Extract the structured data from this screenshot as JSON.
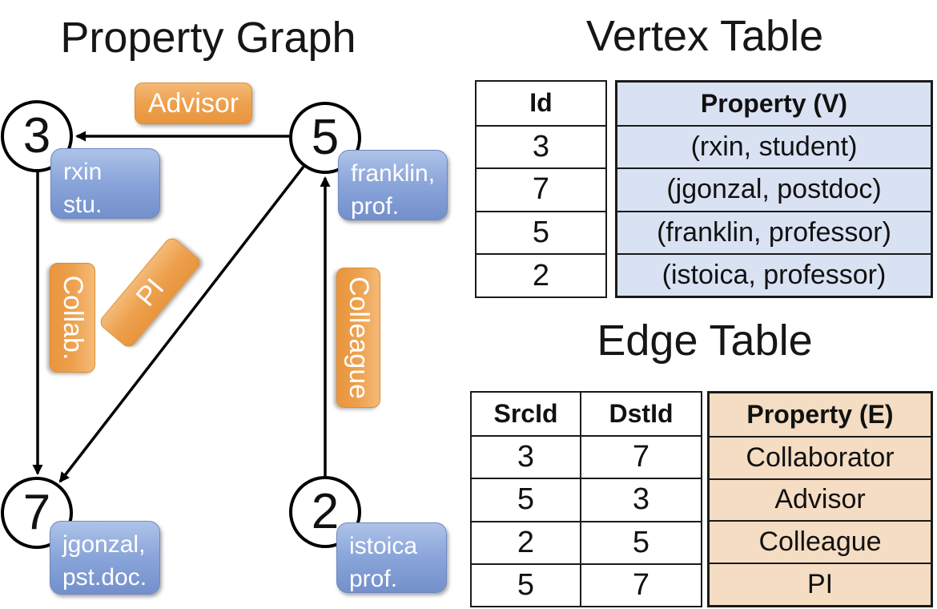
{
  "titles": {
    "property_graph": "Property Graph",
    "vertex_table": "Vertex Table",
    "edge_table": "Edge Table"
  },
  "graph": {
    "nodes": [
      {
        "id": "3",
        "line1": "rxin",
        "line2": "stu."
      },
      {
        "id": "5",
        "line1": "franklin,",
        "line2": "prof."
      },
      {
        "id": "7",
        "line1": "jgonzal,",
        "line2": "pst.doc."
      },
      {
        "id": "2",
        "line1": "istoica",
        "line2": "prof."
      }
    ],
    "edge_labels": {
      "advisor": "Advisor",
      "collab": "Collab.",
      "pi": "PI",
      "colleague": "Colleague"
    },
    "edges": [
      {
        "from": "5",
        "to": "3",
        "label": "Advisor"
      },
      {
        "from": "3",
        "to": "7",
        "label": "Collab."
      },
      {
        "from": "5",
        "to": "7",
        "label": "PI"
      },
      {
        "from": "2",
        "to": "5",
        "label": "Colleague"
      }
    ]
  },
  "vertex_table": {
    "headers": [
      "Id",
      "Property (V)"
    ],
    "rows": [
      [
        "3",
        "(rxin, student)"
      ],
      [
        "7",
        "(jgonzal, postdoc)"
      ],
      [
        "5",
        "(franklin, professor)"
      ],
      [
        "2",
        "(istoica, professor)"
      ]
    ]
  },
  "edge_table": {
    "headers": [
      "SrcId",
      "DstId",
      "Property (E)"
    ],
    "rows": [
      [
        "3",
        "7",
        "Collaborator"
      ],
      [
        "5",
        "3",
        "Advisor"
      ],
      [
        "2",
        "5",
        "Colleague"
      ],
      [
        "5",
        "7",
        "PI"
      ]
    ]
  },
  "colors": {
    "edge_label_orange": "#eda04c",
    "vertex_label_blue": "#8aa5d9",
    "vertex_table_fill": "#d9e2f2",
    "edge_table_fill": "#f4ddc3",
    "line": "#000000",
    "text_on_labels": "#ffffff"
  }
}
